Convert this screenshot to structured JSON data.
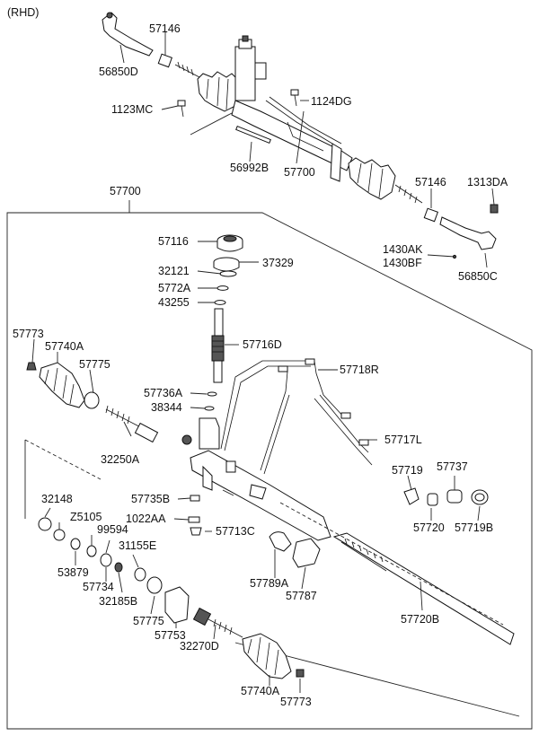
{
  "header": {
    "variant": "(RHD)"
  },
  "assembly": {
    "parts": [
      {
        "code": "57146"
      },
      {
        "code": "56850D"
      },
      {
        "code": "1124DG"
      },
      {
        "code": "1123MC"
      },
      {
        "code": "56992B"
      },
      {
        "code": "57700"
      },
      {
        "code": "57146"
      },
      {
        "code": "1313DA"
      },
      {
        "code": "1430AK"
      },
      {
        "code": "1430BF"
      },
      {
        "code": "56850C"
      }
    ]
  },
  "exploded": {
    "title_code": "57700",
    "parts": [
      {
        "code": "57116"
      },
      {
        "code": "37329"
      },
      {
        "code": "32121"
      },
      {
        "code": "5772A"
      },
      {
        "code": "43255"
      },
      {
        "code": "57773"
      },
      {
        "code": "57740A"
      },
      {
        "code": "57775"
      },
      {
        "code": "57716D"
      },
      {
        "code": "57718R"
      },
      {
        "code": "57736A"
      },
      {
        "code": "38344"
      },
      {
        "code": "32250A"
      },
      {
        "code": "57717L"
      },
      {
        "code": "57719"
      },
      {
        "code": "57737"
      },
      {
        "code": "32148"
      },
      {
        "code": "57735B"
      },
      {
        "code": "Z5105"
      },
      {
        "code": "99594"
      },
      {
        "code": "1022AA"
      },
      {
        "code": "31155E"
      },
      {
        "code": "57713C"
      },
      {
        "code": "57720"
      },
      {
        "code": "57719B"
      },
      {
        "code": "53879"
      },
      {
        "code": "57734"
      },
      {
        "code": "32185B"
      },
      {
        "code": "57789A"
      },
      {
        "code": "57787"
      },
      {
        "code": "57775"
      },
      {
        "code": "57753"
      },
      {
        "code": "32270D"
      },
      {
        "code": "57720B"
      },
      {
        "code": "57740A"
      },
      {
        "code": "57773"
      }
    ]
  }
}
